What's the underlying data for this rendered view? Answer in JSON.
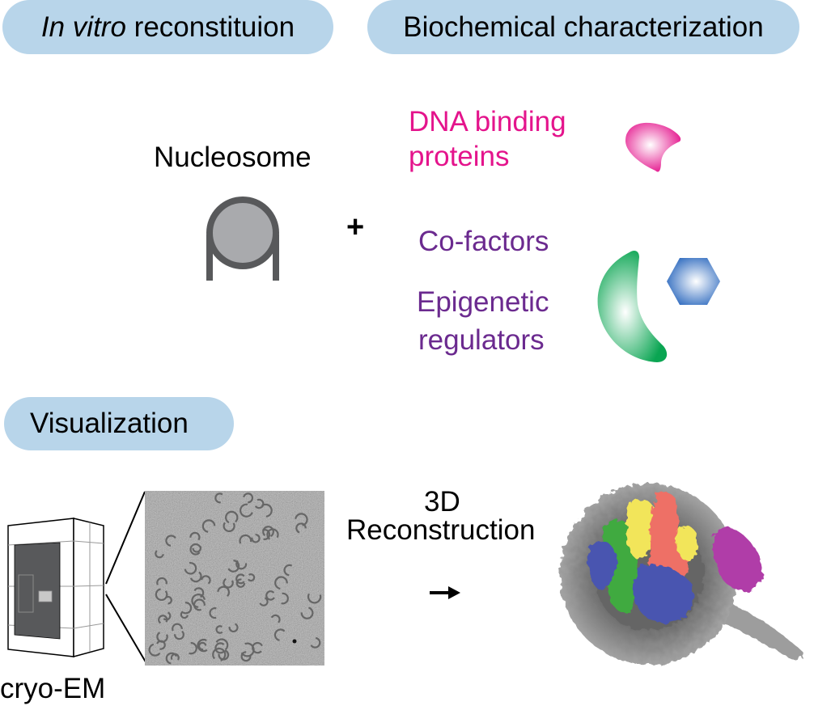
{
  "sections": {
    "reconstitution": {
      "italic": "In vitro",
      "rest": " reconstituion"
    },
    "biochemical": {
      "label": "Biochemical characterization"
    },
    "visualization": {
      "label": "Visualization"
    }
  },
  "reconstitution_panel": {
    "nucleosome_label": "Nucleosome",
    "plus_sign": "+",
    "components": [
      {
        "label_line1": "DNA binding",
        "label_line2": "proteins",
        "color": "#e4148c",
        "icon": "dna-binding-protein-icon"
      },
      {
        "label_line1": "Co-factors",
        "color": "#6b2a8f",
        "icon": "cofactor-hexagon-icon"
      },
      {
        "label_line1": "Epigenetic",
        "label_line2": "regulators",
        "color": "#6b2a8f",
        "icon": "epigenetic-regulator-crescent-icon"
      }
    ]
  },
  "visualization_panel": {
    "instrument_label": "cryo-EM",
    "micrograph": "cryo-em-micrograph",
    "step_label_line1": "3D",
    "step_label_line2": "Reconstruction",
    "arrow": "right-arrow",
    "result": "cryo-em-density-map",
    "density_colors": {
      "dna": "#9a9a9a",
      "yellow_subunit": "#f2e55a",
      "salmon_subunit": "#ee6f66",
      "green_subunit": "#3faa3f",
      "blue_subunit": "#4a55b0",
      "magenta_subunit": "#b03ca8"
    }
  },
  "colors": {
    "pill_bg": "#b8d5ea",
    "nucleosome_stroke": "#58595b",
    "nucleosome_fill": "#a9aaad",
    "dna_binding": "#e4148c",
    "cofactor": "#2f6bbf",
    "regulator": "#0aa552"
  }
}
